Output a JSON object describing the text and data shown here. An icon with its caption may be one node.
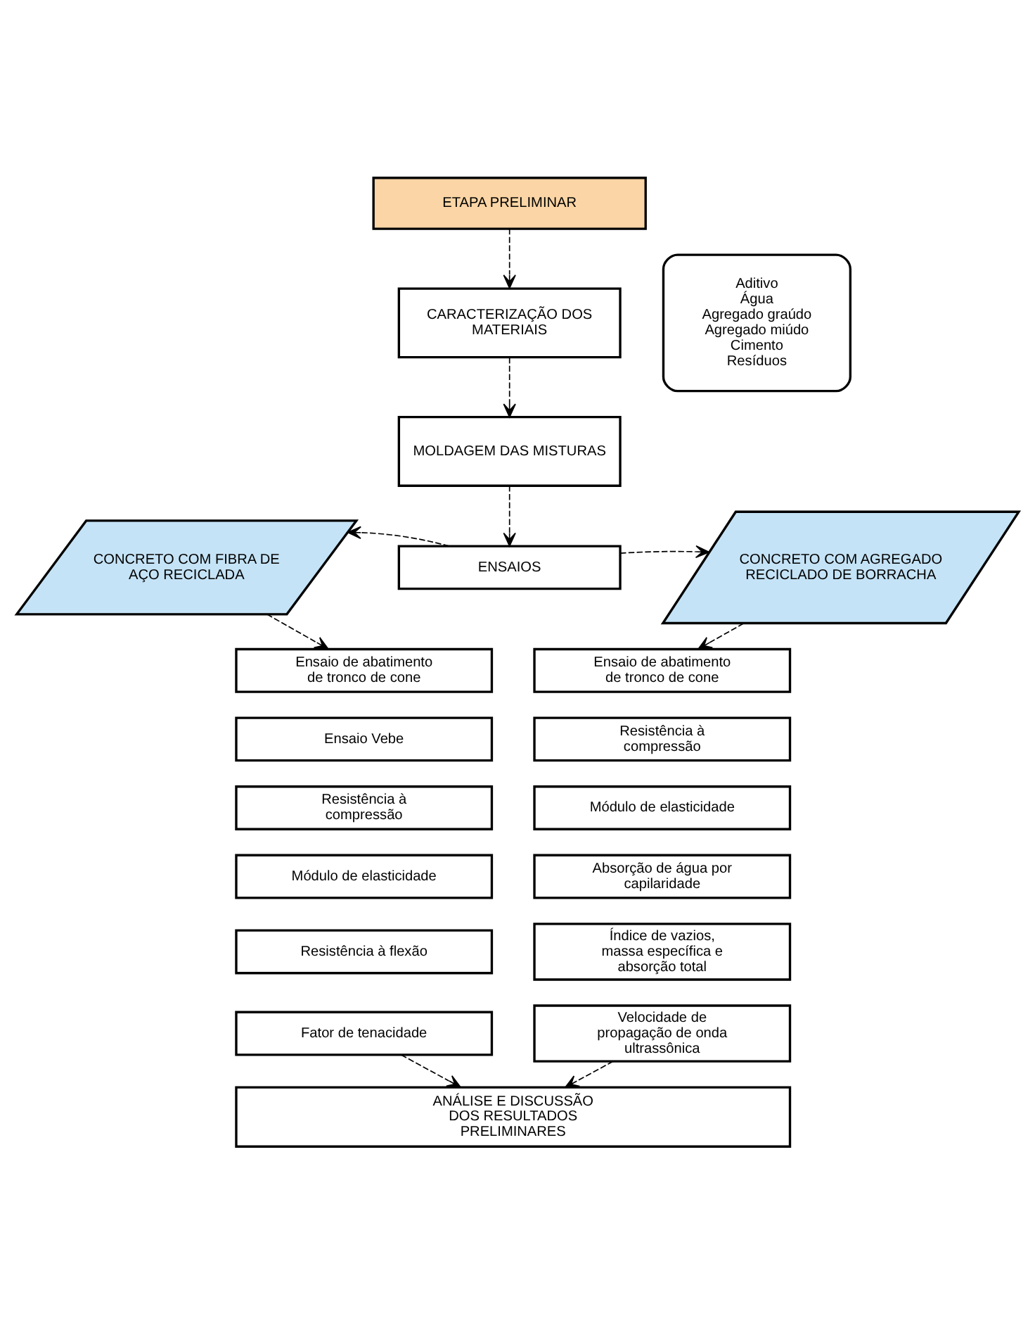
{
  "diagram": {
    "nodes": [
      {
        "text": [
          "ETAPA PRELIMINAR"
        ]
      },
      {
        "text": [
          "CARACTERIZAÇÃO DOS MATERIAIS"
        ]
      },
      {
        "text": [
          "Aditivo",
          "Água",
          "Agregado graúdo",
          "Agregado miúdo",
          "Cimento",
          "Resíduos"
        ]
      },
      {
        "text": [
          "MOLDAGEM DAS MISTURAS"
        ]
      },
      {
        "text": [
          "CONCRETO COM FIBRA DE AÇO RECICLADA"
        ]
      },
      {
        "text": [
          "ENSAIOS"
        ]
      },
      {
        "text": [
          "CONCRETO COM AGREGADO RECICLADO DE BORRACHA"
        ]
      },
      {
        "text": [
          "Ensaio de abatimento de tronco de cone"
        ]
      },
      {
        "text": [
          "Ensaio Vebe"
        ]
      },
      {
        "text": [
          "Resistência à compressão"
        ]
      },
      {
        "text": [
          "Módulo de elasticidade"
        ]
      },
      {
        "text": [
          "Resistência à flexão"
        ]
      },
      {
        "text": [
          "Fator de tenacidade"
        ]
      },
      {
        "text": [
          "Ensaio de abatimento de tronco de cone"
        ]
      },
      {
        "text": [
          "Resistência à compressão"
        ]
      },
      {
        "text": [
          "Módulo de elasticidade"
        ]
      },
      {
        "text": [
          "Absorção de água por capilaridade"
        ]
      },
      {
        "text": [
          "Índice de vazios, massa específica e absorção total"
        ]
      },
      {
        "text": [
          "Velocidade de propagação de onda ultrassônica"
        ]
      },
      {
        "text": [
          "ANÁLISE E DISCUSSÃO DOS RESULTADOS PRELIMINARES"
        ]
      }
    ],
    "edges": [
      {
        "from": 0,
        "to": 1,
        "arrow": "to",
        "style": "dashed"
      },
      {
        "from": 1,
        "to": 3,
        "arrow": "to",
        "style": "dashed"
      },
      {
        "from": 3,
        "to": 5,
        "arrow": "to",
        "style": "dashed"
      },
      {
        "from": 5,
        "to": 4,
        "arrow": "to",
        "style": "dashed"
      },
      {
        "from": 5,
        "to": 6,
        "arrow": "to",
        "style": "dashed"
      },
      {
        "from": 4,
        "to": 7,
        "arrow": "to",
        "style": "dashed"
      },
      {
        "from": 6,
        "to": 13,
        "arrow": "to",
        "style": "dashed"
      },
      {
        "from": 12,
        "to": 19,
        "arrow": "to",
        "style": "dashed"
      },
      {
        "from": 18,
        "to": 19,
        "arrow": "to",
        "style": "dashed"
      }
    ]
  }
}
